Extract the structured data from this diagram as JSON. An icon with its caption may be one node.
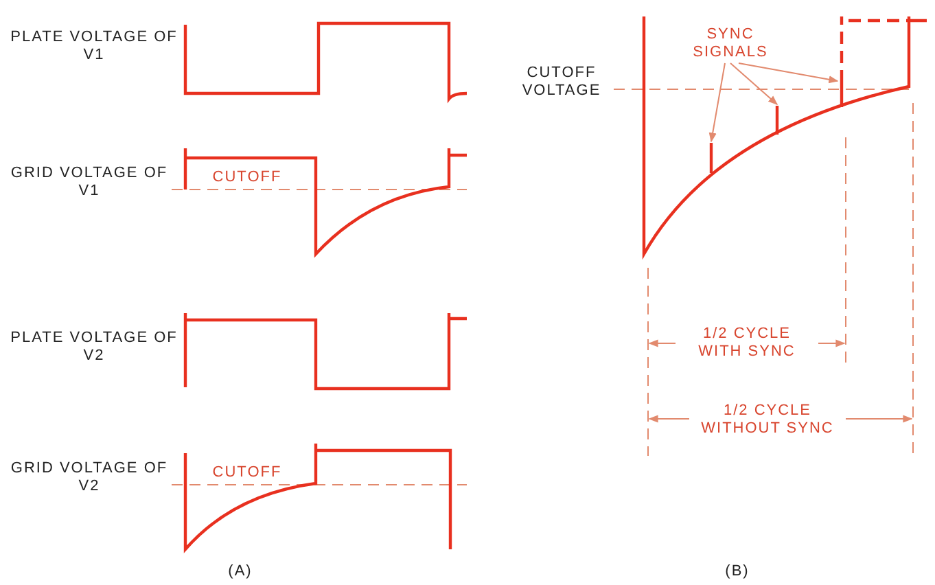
{
  "diagram": {
    "nodes": [
      {
        "text": [
          "SYNC SIGNALS"
        ]
      },
      {
        "text": [],
        "shape": "bar"
      },
      {
        "text": [],
        "shape": "bar"
      },
      {
        "text": [],
        "shape": "bar"
      }
    ],
    "edges": [
      {
        "from": 0,
        "to": 1,
        "arrow": "to"
      },
      {
        "from": 0,
        "to": 2,
        "arrow": "to"
      },
      {
        "from": 0,
        "to": 3,
        "arrow": "to"
      }
    ],
    "labels": [
      "PLATE VOLTAGE OF V1",
      "GRID VOLTAGE OF V1",
      "CUTOFF",
      "PLATE VOLTAGE OF V2",
      "GRID VOLTAGE OF V2",
      "CUTOFF",
      "(A)",
      "CUTOFF VOLTAGE",
      "1/2 CYCLE WITH SYNC",
      "1/2 CYCLE WITHOUT SYNC",
      "(B)"
    ]
  }
}
